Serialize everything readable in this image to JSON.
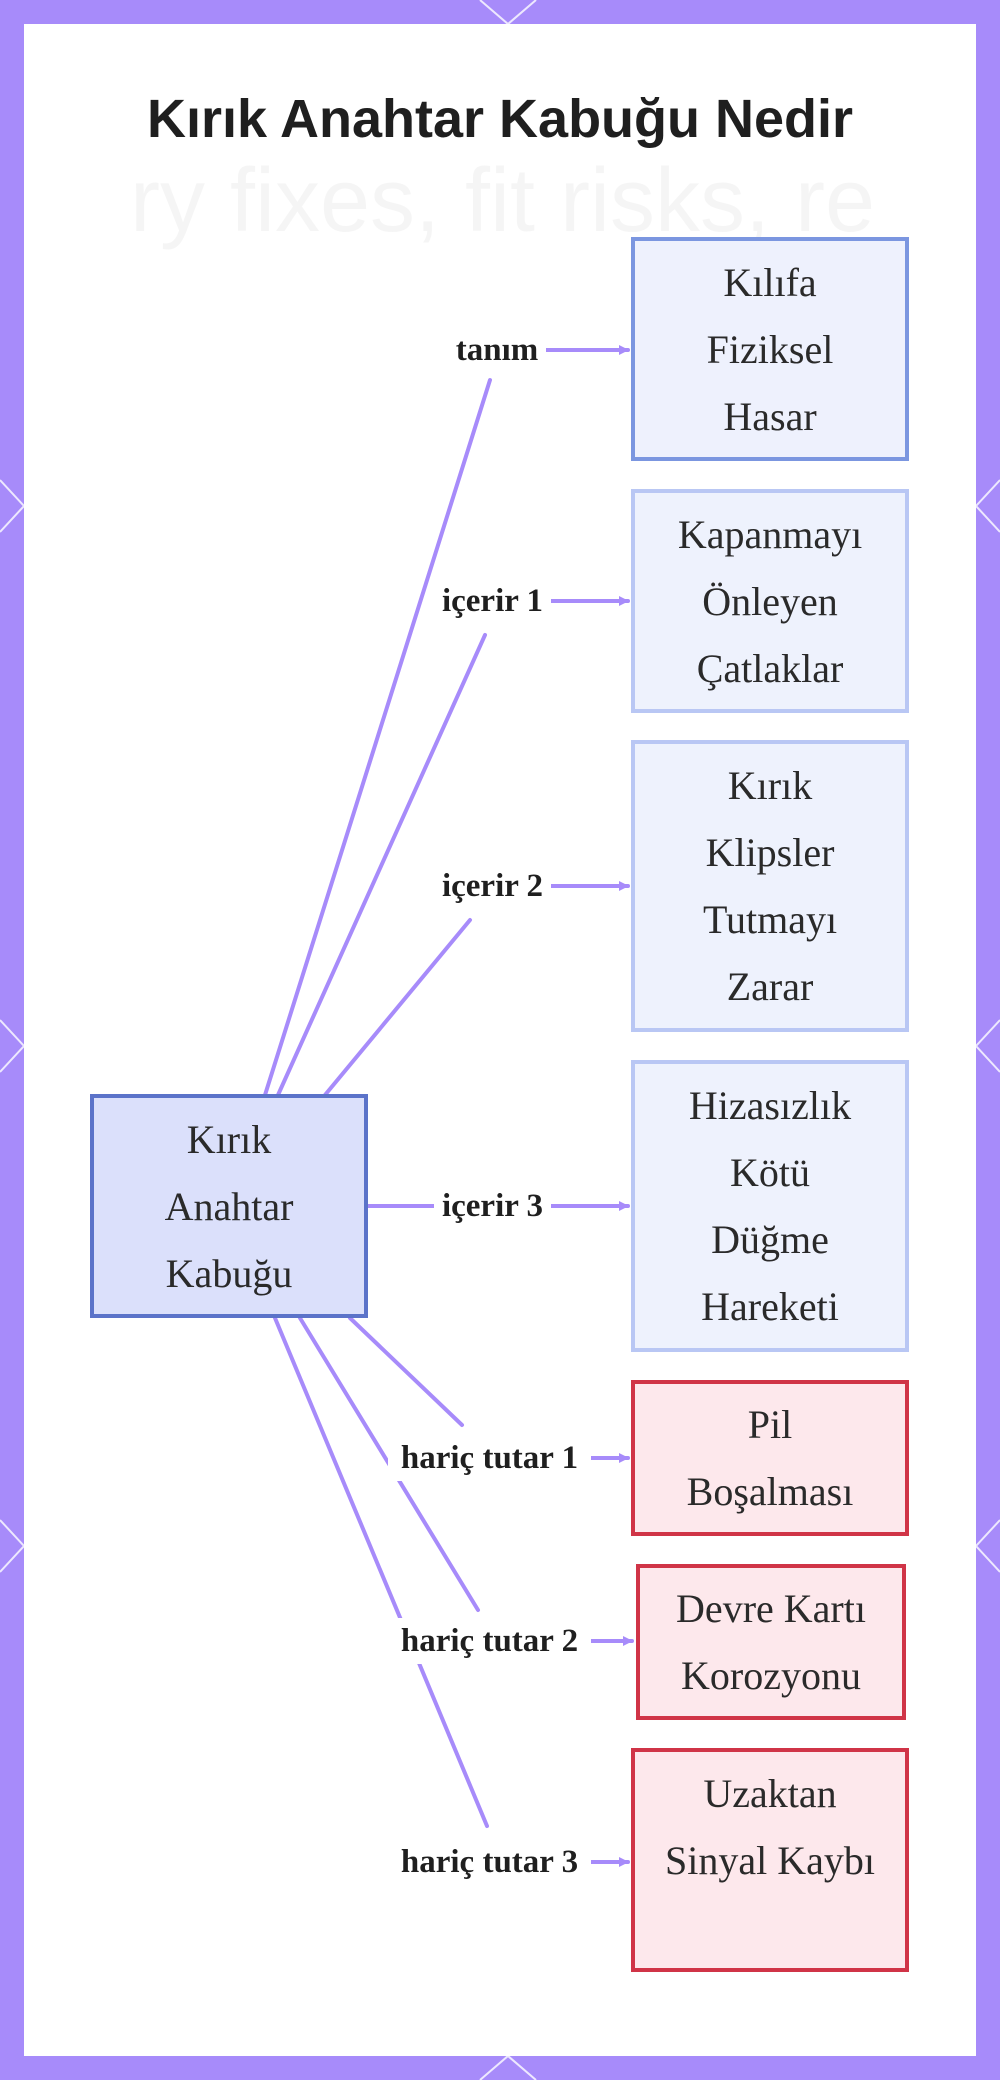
{
  "title": "Kırık Anahtar Kabuğu Nedir",
  "colors": {
    "border": "#a78bfa",
    "edge": "#a78bfa",
    "central_fill": "#dbe0fb",
    "central_stroke": "#5b73c9",
    "include_fill": "#eef2fd",
    "include_stroke": "#b9c7f4",
    "exclude_fill": "#fde8ec",
    "exclude_stroke": "#d03447"
  },
  "nodes": {
    "central": [
      "Kırık",
      "Anahtar",
      "Kabuğu"
    ],
    "definition": [
      "Kılıfa",
      "Fiziksel",
      "Hasar"
    ],
    "includes": [
      [
        "Kapanmayı",
        "Önleyen",
        "Çatlaklar"
      ],
      [
        "Kırık",
        "Klipsler",
        "Tutmayı",
        "Zarar"
      ],
      [
        "Hizasızlık",
        "Kötü",
        "Düğme",
        "Hareketi"
      ]
    ],
    "excludes": [
      [
        "Pil",
        "Boşalması"
      ],
      [
        "Devre Kartı",
        "Korozyonu"
      ],
      [
        "Uzaktan",
        "Sinyal Kaybı"
      ]
    ]
  },
  "edges": {
    "definition": "tanım",
    "includes": [
      "içerir 1",
      "içerir 2",
      "içerir 3"
    ],
    "excludes": [
      "hariç tutar 1",
      "hariç tutar 2",
      "hariç tutar 3"
    ]
  }
}
